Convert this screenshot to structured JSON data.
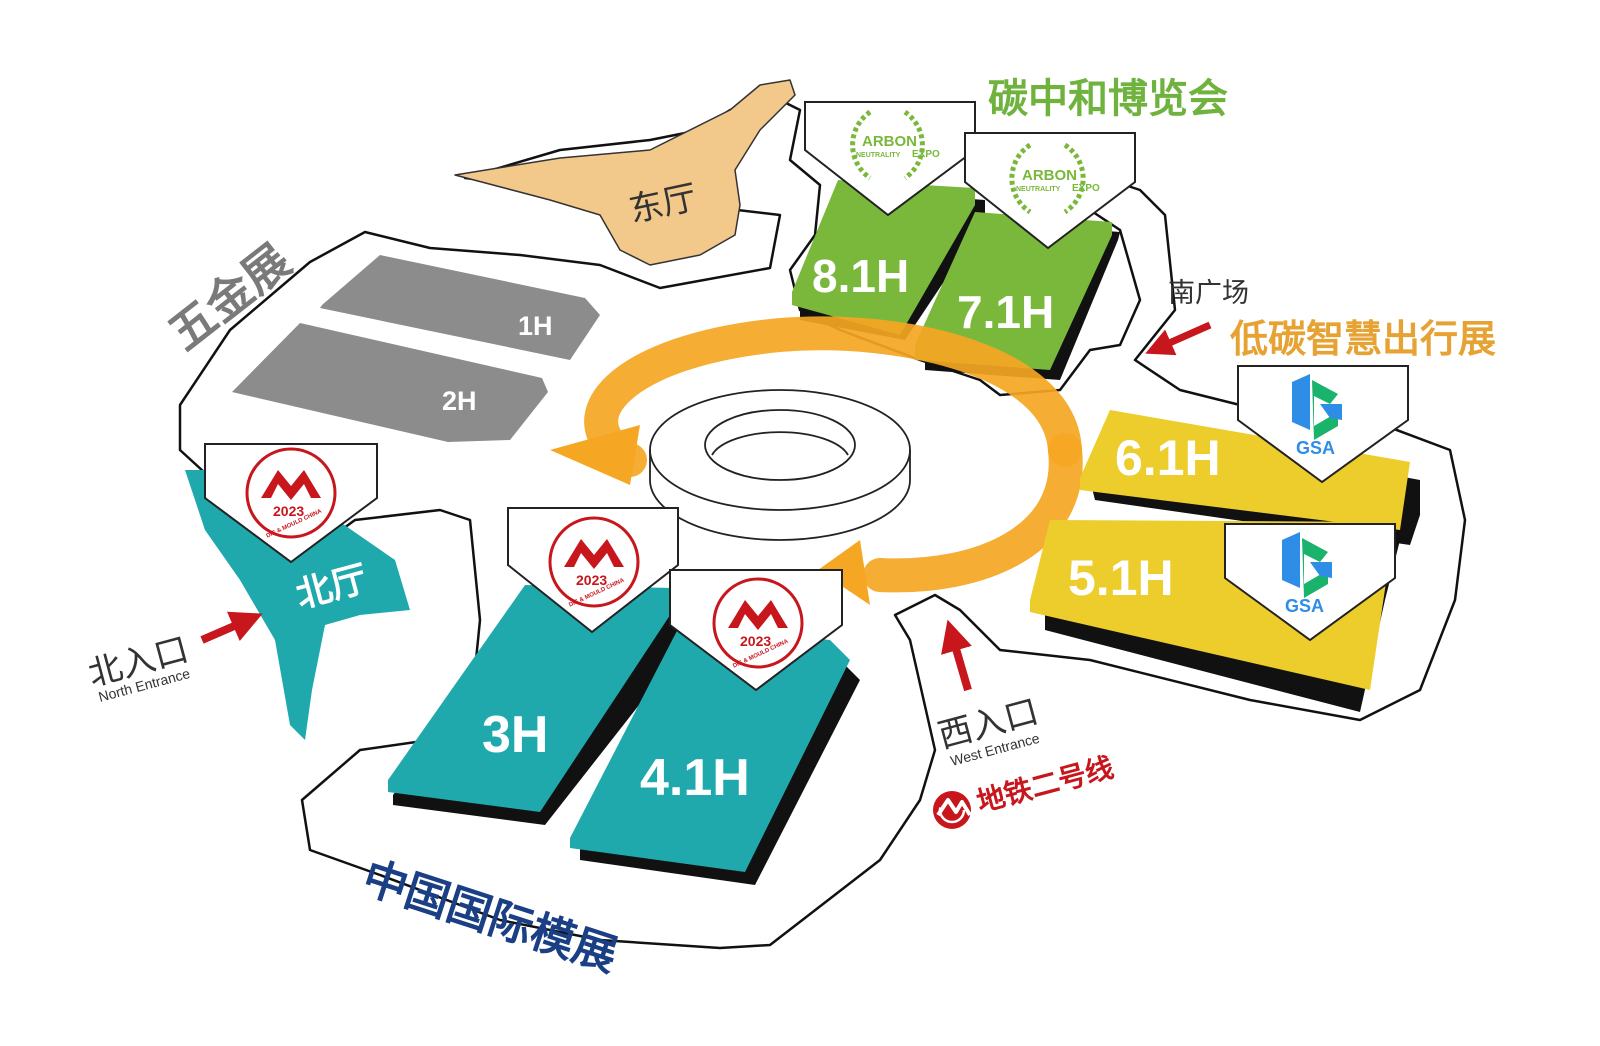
{
  "halls": {
    "h8_1": "8.1H",
    "h7_1": "7.1H",
    "h6_1": "6.1H",
    "h5_1": "5.1H",
    "h3": "3H",
    "h4_1": "4.1H",
    "h1": "1H",
    "h2": "2H",
    "east": "东厅",
    "north": "北厅"
  },
  "exhibitions": {
    "carbon_expo": "碳中和博览会",
    "hardware": "五金展",
    "low_carbon": "低碳智慧出行展",
    "mould_china": "中国国际模展"
  },
  "places": {
    "south_square": "南广场"
  },
  "entrances": {
    "north_cn": "北入口",
    "north_en": "North Entrance",
    "west_cn": "西入口",
    "west_en": "West Entrance"
  },
  "metro": {
    "label": "地铁二号线"
  },
  "badges": {
    "mould_year": "2023",
    "mould_name": "DIE & MOULD CHINA",
    "carbon_line1": "ARBON",
    "carbon_line2": "NEUTRALITY",
    "carbon_line3": "EXPO",
    "gsa": "GSA"
  },
  "colors": {
    "green": "#7ab83c",
    "teal": "#1fa9ad",
    "yellow": "#eccd2b",
    "gray": "#8c8c8c",
    "tan": "#f2c98a",
    "orange": "#f5a623",
    "red": "#c8161d",
    "blue": "#1a3f84",
    "label_green": "#6fb23e",
    "label_orange": "#e6a233",
    "label_gray": "#7a7a7a"
  }
}
